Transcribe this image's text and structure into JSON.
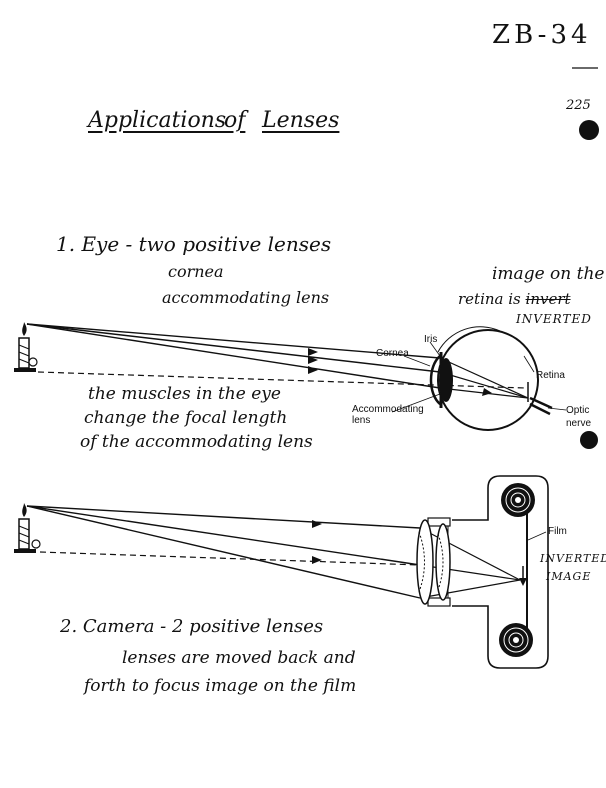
{
  "page_id": "ZB-34",
  "page_number": "225",
  "title": {
    "word1": "Applications",
    "word2": "of",
    "word3": "Lenses"
  },
  "section1": {
    "heading": "1.  Eye - two positive lenses",
    "item1": "cornea",
    "item2": "accommodating lens",
    "note_line1": "image on the",
    "note_line2_a": "retina is",
    "note_line2_struck": "invert",
    "note_line3": "INVERTED",
    "muscles_line1": "the muscles in the eye",
    "muscles_line2": "change the focal length",
    "muscles_line3": "of the accommodating lens"
  },
  "eye_labels": {
    "iris": "Iris",
    "cornea": "Cornea",
    "retina": "Retina",
    "accommodating_line1": "Accommodating",
    "accommodating_line2": "lens",
    "optic_line1": "Optic",
    "optic_line2": "nerve"
  },
  "camera_labels": {
    "film": "Film",
    "inverted_line1": "INVERTED",
    "inverted_line2": "IMAGE"
  },
  "section2": {
    "heading": "2. Camera - 2 positive lenses",
    "line1": "lenses are moved back and",
    "line2": "forth to focus image on the film"
  }
}
